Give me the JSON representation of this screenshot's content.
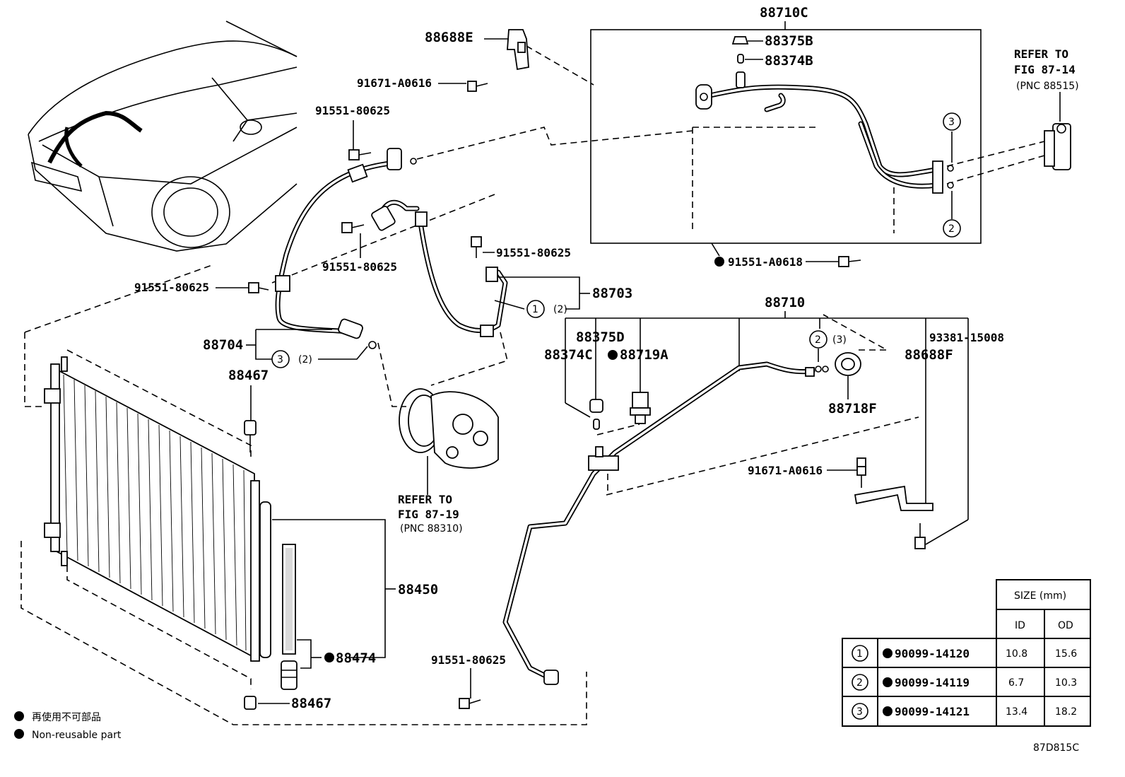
{
  "callouts": {
    "p88710C": "88710C",
    "p88688E": "88688E",
    "p88375B": "88375B",
    "p88374B": "88374B",
    "p91671_top": "91671-A0616",
    "p91551_a": "91551-80625",
    "p91551_b": "91551-80625",
    "p91551_c": "91551-80625",
    "p91551_d": "91551-80625",
    "p91551_e": "91551-80625",
    "p91551_A0618": "91551-A0618",
    "p88703": "88703",
    "p88704": "88704",
    "p88710": "88710",
    "p88375D": "88375D",
    "p88374C": "88374C",
    "p88719A": "88719A",
    "p93381": "93381-15008",
    "p88688F": "88688F",
    "p88718F": "88718F",
    "p91671_mid": "91671-A0616",
    "p88467_top": "88467",
    "p88467_bot": "88467",
    "p88450": "88450",
    "p88474": "88474"
  },
  "refs": {
    "ref_top": [
      "REFER TO",
      "FIG 87-14",
      "(PNC 88515)"
    ],
    "ref_comp": [
      "REFER TO",
      "FIG 87-19",
      "(PNC 88310)"
    ]
  },
  "markers": {
    "one": "1",
    "two": "2",
    "three": "3",
    "paren2": "(2)",
    "paren3": "(3)"
  },
  "legend": {
    "reuse_cn": "再使用不可部品",
    "reuse_en": "Non-reusable part"
  },
  "size_table": {
    "header": "SIZE (mm)",
    "col_id": "ID",
    "col_od": "OD",
    "rows": [
      {
        "no": "1",
        "part": "90099-14120",
        "id": "10.8",
        "od": "15.6"
      },
      {
        "no": "2",
        "part": "90099-14119",
        "id": "6.7",
        "od": "10.3"
      },
      {
        "no": "3",
        "part": "90099-14121",
        "id": "13.4",
        "od": "18.2"
      }
    ]
  },
  "figure_code": "87D815C"
}
